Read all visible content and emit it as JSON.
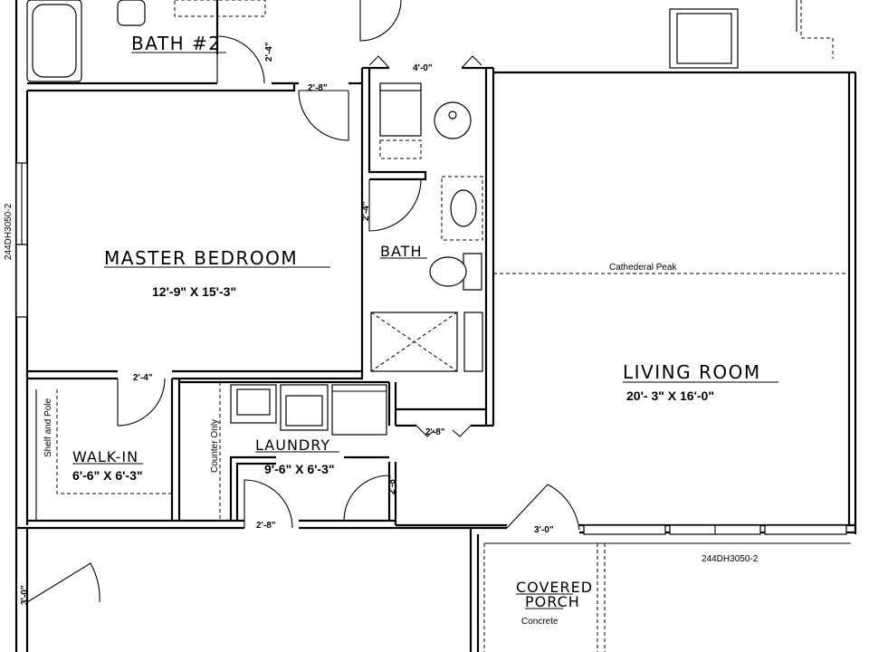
{
  "rooms": {
    "bath2": "BATH #2",
    "master": "MASTER BEDROOM",
    "master_dim": "12'-9\" X 15'-3\"",
    "bath": "BATH",
    "living": "LIVING ROOM",
    "living_dim": "20'- 3\" X 16'-0\"",
    "walkin": "WALK-IN",
    "walkin_dim": "6'-6\" X 6'-3\"",
    "laundry": "LAUNDRY",
    "laundry_dim": "9'-6\" X 6'-3\"",
    "porch_line1": "COVERED",
    "porch_line2": "PORCH",
    "porch_note": "Concrete"
  },
  "notes": {
    "cathedral": "Cathederal Peak",
    "shelf": "Shelf and Pole",
    "counter": "Counter Only",
    "window_left": "244DH3050-2",
    "window_bottom": "244DH3050-2"
  },
  "doors": {
    "d_bath2": "2'-4\"",
    "d_master": "2'-8\"",
    "d_closet_top": "4'-0\"",
    "d_bath": "2'-4\"",
    "d_walkin": "2'-4\"",
    "d_hall": "2'-8\"",
    "d_laundry_side": "2'-8\"",
    "d_laundry_bottom": "2'-8\"",
    "d_left_bottom": "3'-0\"",
    "d_entry": "3'-0\""
  }
}
